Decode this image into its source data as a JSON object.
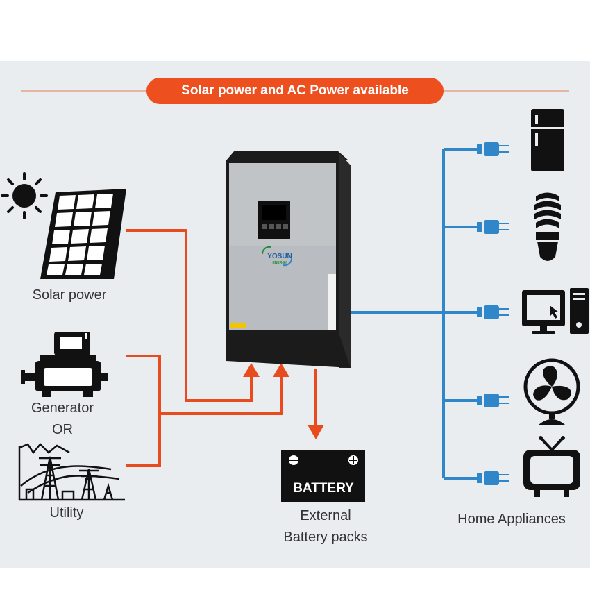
{
  "banner": {
    "text": "Solar power and AC Power available"
  },
  "sources": {
    "solar": "Solar power",
    "generator": "Generator",
    "or": "OR",
    "utility": "Utility"
  },
  "inverter": {
    "brand": "YOSUN",
    "brand_sub": "ENERGY"
  },
  "battery": {
    "box_label": "BATTERY",
    "label_line1": "External",
    "label_line2": "Battery packs"
  },
  "appliances": {
    "label": "Home Appliances",
    "items": [
      "refrigerator-icon",
      "cfl-bulb-icon",
      "computer-icon",
      "fan-icon",
      "tv-icon"
    ]
  },
  "colors": {
    "ac_line": "#e84c1e",
    "load_line": "#2f86c9",
    "banner": "#ee4f1f",
    "panel_bg": "#e9edf0"
  }
}
